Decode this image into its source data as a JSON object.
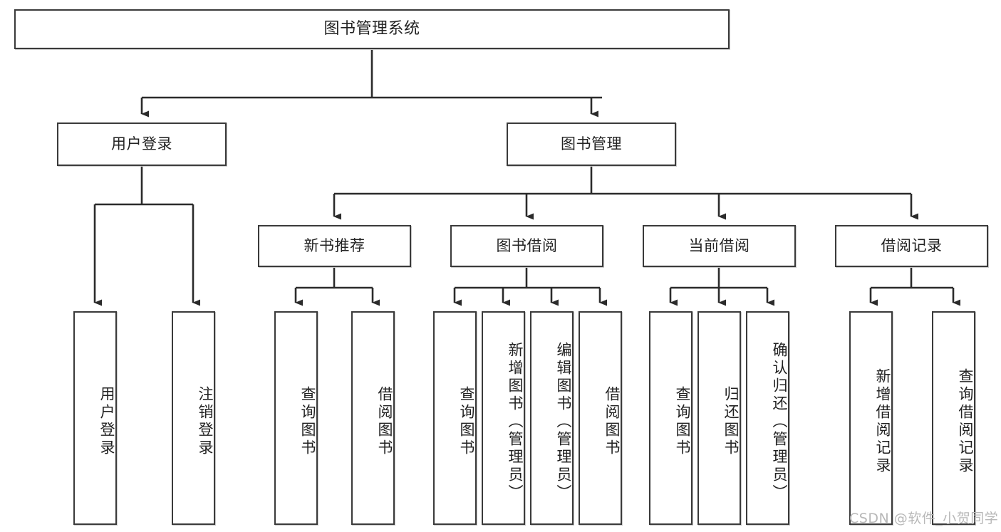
{
  "diagram": {
    "type": "tree-hierarchy",
    "title": "图书管理系统",
    "orientation": "top-down",
    "colors": {
      "node_border": "#3a3a3a",
      "node_fill": "#ffffff",
      "edge": "#2b2b2b",
      "text": "#222222",
      "watermark": "#b8b8b8",
      "background": "#ffffff"
    },
    "root": {
      "label": "图书管理系统"
    },
    "level2": [
      {
        "label": "用户登录"
      },
      {
        "label": "图书管理"
      }
    ],
    "level3": [
      {
        "label": "新书推荐"
      },
      {
        "label": "图书借阅"
      },
      {
        "label": "当前借阅"
      },
      {
        "label": "借阅记录"
      }
    ],
    "leaves": {
      "user_login": [
        {
          "label": "用户登录"
        },
        {
          "label": "注销登录"
        }
      ],
      "new_book_recommend": [
        {
          "label": "查询图书"
        },
        {
          "label": "借阅图书"
        }
      ],
      "book_borrow": [
        {
          "label": "查询图书"
        },
        {
          "label": "新增图书（管理员）"
        },
        {
          "label": "编辑图书（管理员）"
        },
        {
          "label": "借阅图书"
        }
      ],
      "current_borrow": [
        {
          "label": "查询图书"
        },
        {
          "label": "归还图书"
        },
        {
          "label": "确认归还（管理员）"
        }
      ],
      "borrow_record": [
        {
          "label": "新增借阅记录"
        },
        {
          "label": "查询借阅记录"
        }
      ]
    }
  },
  "watermark": {
    "text": "CSDN @软件_小贺同学"
  }
}
